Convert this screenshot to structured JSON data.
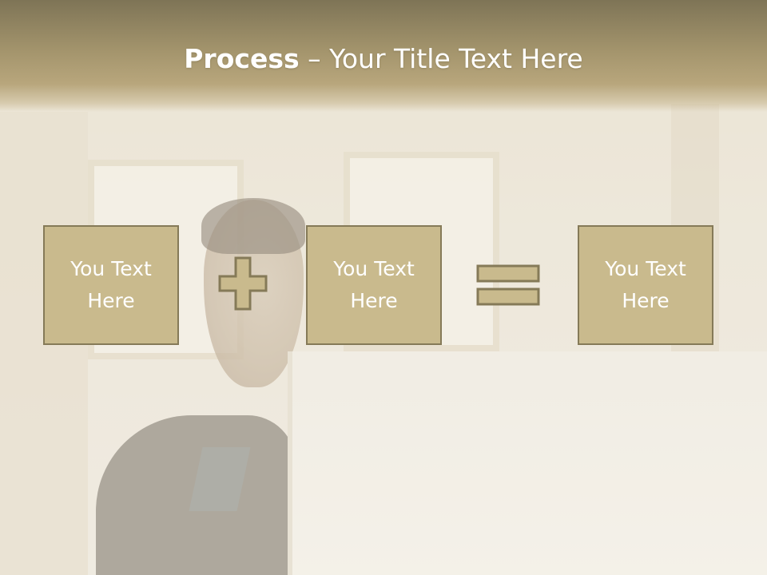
{
  "title": {
    "bold": "Process",
    "rest": " – Your Title Text Here"
  },
  "steps": [
    {
      "text": "You Text Here"
    },
    {
      "text": "You Text Here"
    },
    {
      "text": "You Text Here"
    }
  ],
  "operators": [
    "plus-icon",
    "equals-icon"
  ],
  "colors": {
    "title_band": "#a3946c",
    "box_fill": "#c9ba8d",
    "box_border": "#857a58",
    "text": "#ffffff"
  }
}
